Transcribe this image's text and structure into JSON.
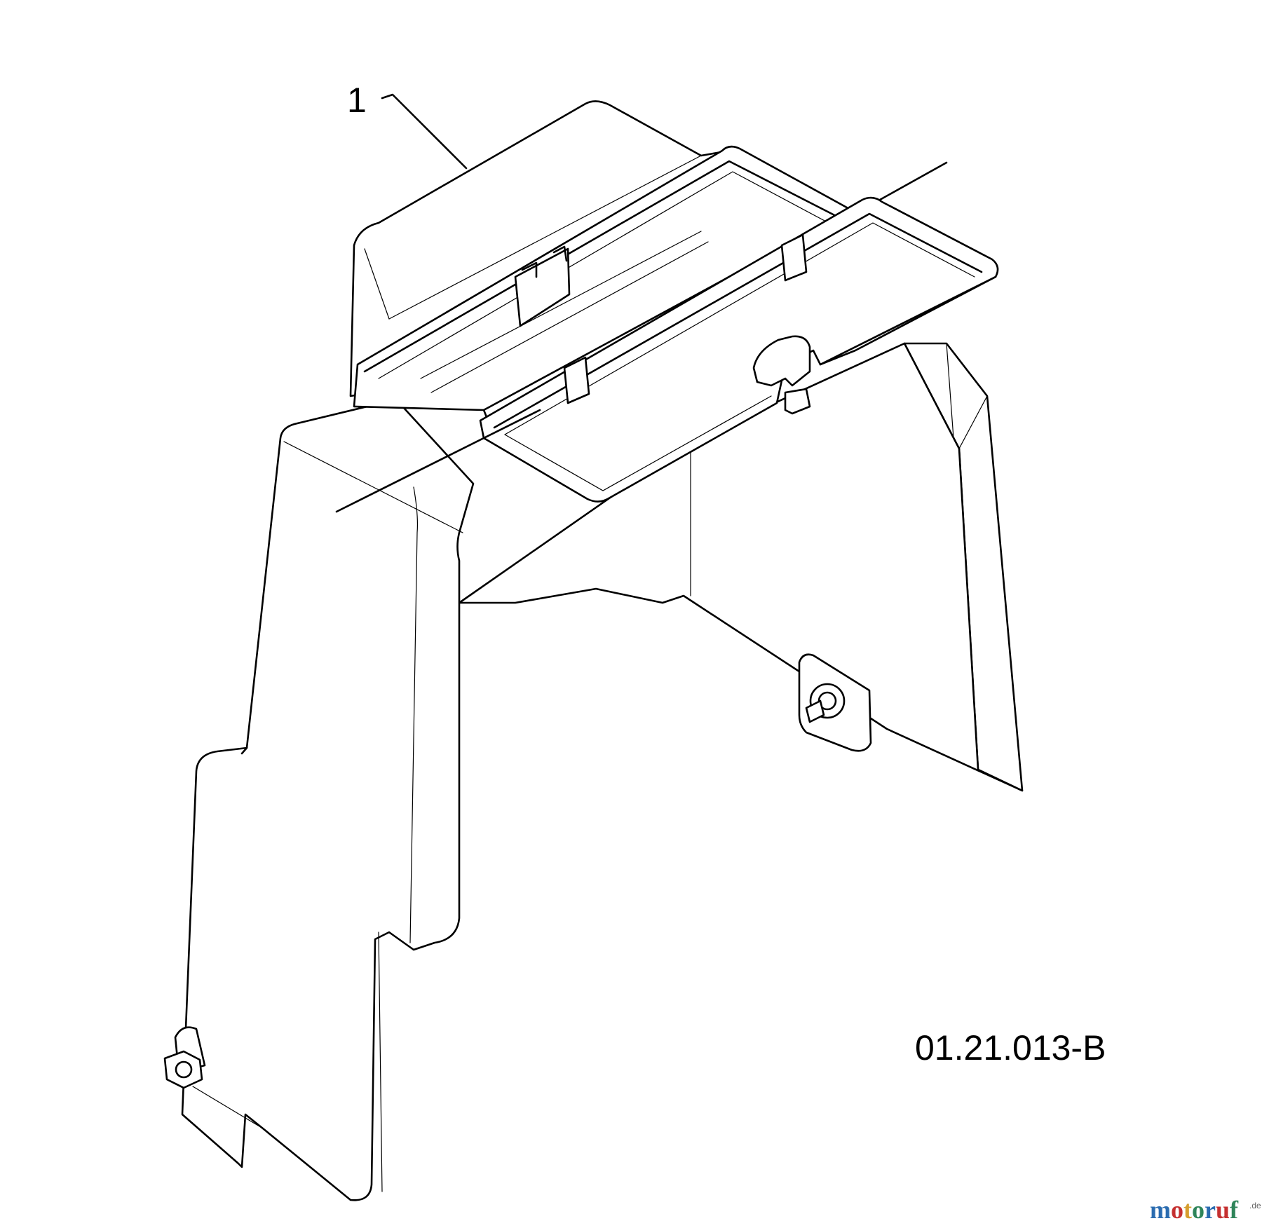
{
  "diagram": {
    "callout_number": "1",
    "drawing_code": "01.21.013-B"
  },
  "watermark": {
    "letters": [
      "m",
      "o",
      "t",
      "o",
      "r",
      "u",
      "f"
    ],
    "letter_colors": [
      "#2b6cb0",
      "#c53030",
      "#d69e2e",
      "#2f855a",
      "#2b6cb0",
      "#c53030",
      "#2f855a"
    ],
    "suffix": ".de"
  }
}
